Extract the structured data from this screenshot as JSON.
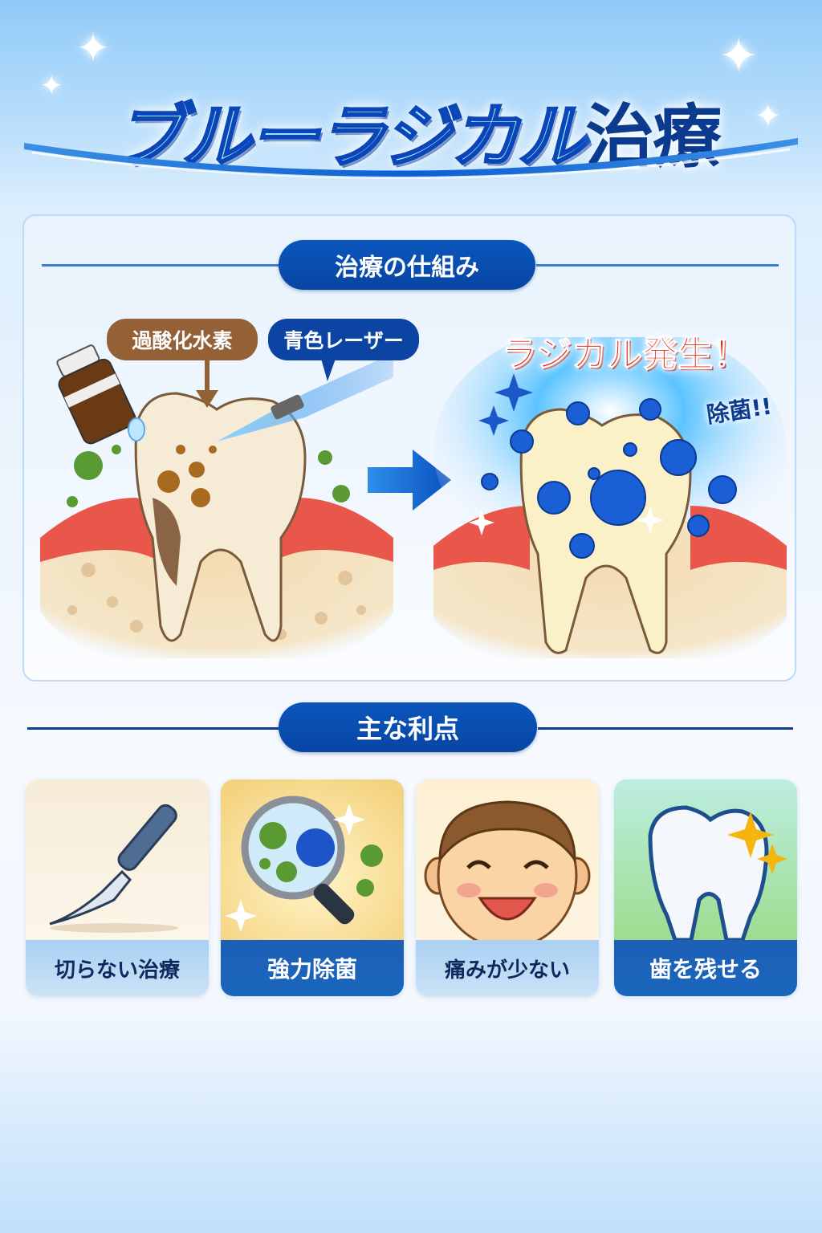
{
  "header": {
    "title_katakana": "ブルーラジカル",
    "title_kanji": "治療"
  },
  "mechanism": {
    "section_title": "治療の仕組み",
    "label_agent": "過酸化水素",
    "label_laser": "青色レーザー",
    "arrow": "→",
    "result_headline": "ラジカル発生！",
    "result_callout": "除菌!!"
  },
  "benefits": {
    "section_title": "主な利点",
    "items": [
      {
        "label": "切らない治療",
        "icon": "scalpel-icon",
        "style": "light"
      },
      {
        "label": "強力除菌",
        "icon": "magnifier-bacteria-icon",
        "style": "dark"
      },
      {
        "label": "痛みが少ない",
        "icon": "smiling-child-icon",
        "style": "light"
      },
      {
        "label": "歯を残せる",
        "icon": "sparkling-tooth-icon",
        "style": "dark"
      }
    ]
  },
  "colors": {
    "primary_navy": "#0b44a3",
    "agent_brown": "#946036",
    "headline_red": "#e3281a",
    "background_sky": "#8fcaf8"
  }
}
